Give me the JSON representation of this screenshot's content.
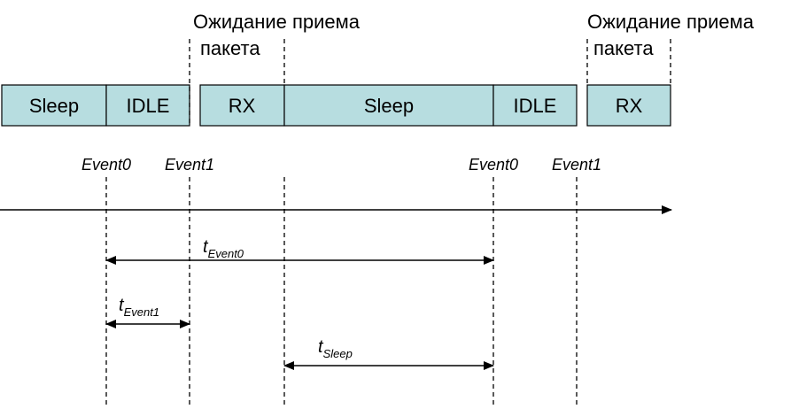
{
  "segments": [
    {
      "label": "Sleep"
    },
    {
      "label": "IDLE"
    },
    {
      "label": "RX"
    },
    {
      "label": "Sleep"
    },
    {
      "label": "IDLE"
    },
    {
      "label": "RX"
    }
  ],
  "waiting": [
    {
      "line1": "Ожидание приема",
      "line2": "пакета"
    },
    {
      "line1": "Ожидание приема",
      "line2": "пакета"
    }
  ],
  "events": [
    {
      "label": "Event0"
    },
    {
      "label": "Event1"
    },
    {
      "label": "Event0"
    },
    {
      "label": "Event1"
    }
  ],
  "intervals": [
    {
      "symbol": "t",
      "subscript": "Event0"
    },
    {
      "symbol": "t",
      "subscript": "Event1"
    },
    {
      "symbol": "t",
      "subscript": "Sleep"
    }
  ]
}
